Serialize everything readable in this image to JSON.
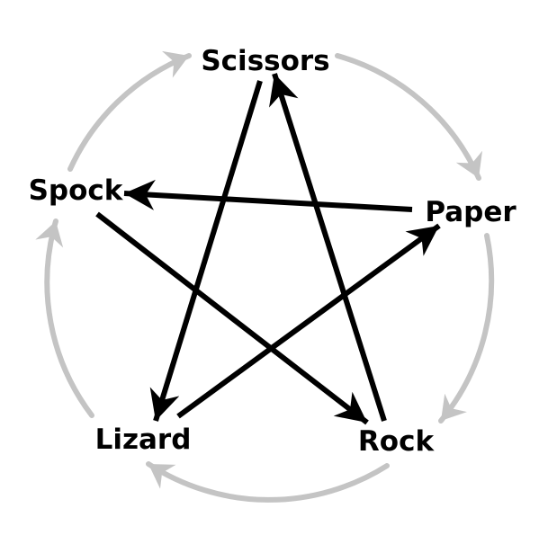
{
  "diagram": {
    "type": "directed-cycle-graph",
    "nodes": [
      {
        "id": "scissors",
        "label": "Scissors"
      },
      {
        "id": "paper",
        "label": "Paper"
      },
      {
        "id": "rock",
        "label": "Rock"
      },
      {
        "id": "lizard",
        "label": "Lizard"
      },
      {
        "id": "spock",
        "label": "Spock"
      }
    ],
    "outer_cycle_edges": [
      {
        "from": "scissors",
        "to": "paper"
      },
      {
        "from": "paper",
        "to": "rock"
      },
      {
        "from": "rock",
        "to": "lizard"
      },
      {
        "from": "lizard",
        "to": "spock"
      },
      {
        "from": "spock",
        "to": "scissors"
      }
    ],
    "inner_star_edges": [
      {
        "from": "scissors",
        "to": "lizard"
      },
      {
        "from": "lizard",
        "to": "paper"
      },
      {
        "from": "paper",
        "to": "spock"
      },
      {
        "from": "spock",
        "to": "rock"
      },
      {
        "from": "rock",
        "to": "scissors"
      }
    ],
    "colors": {
      "outer_arrows": "#c4c4c4",
      "inner_arrows": "#000000",
      "labels": "#000000",
      "background": "#ffffff"
    }
  }
}
